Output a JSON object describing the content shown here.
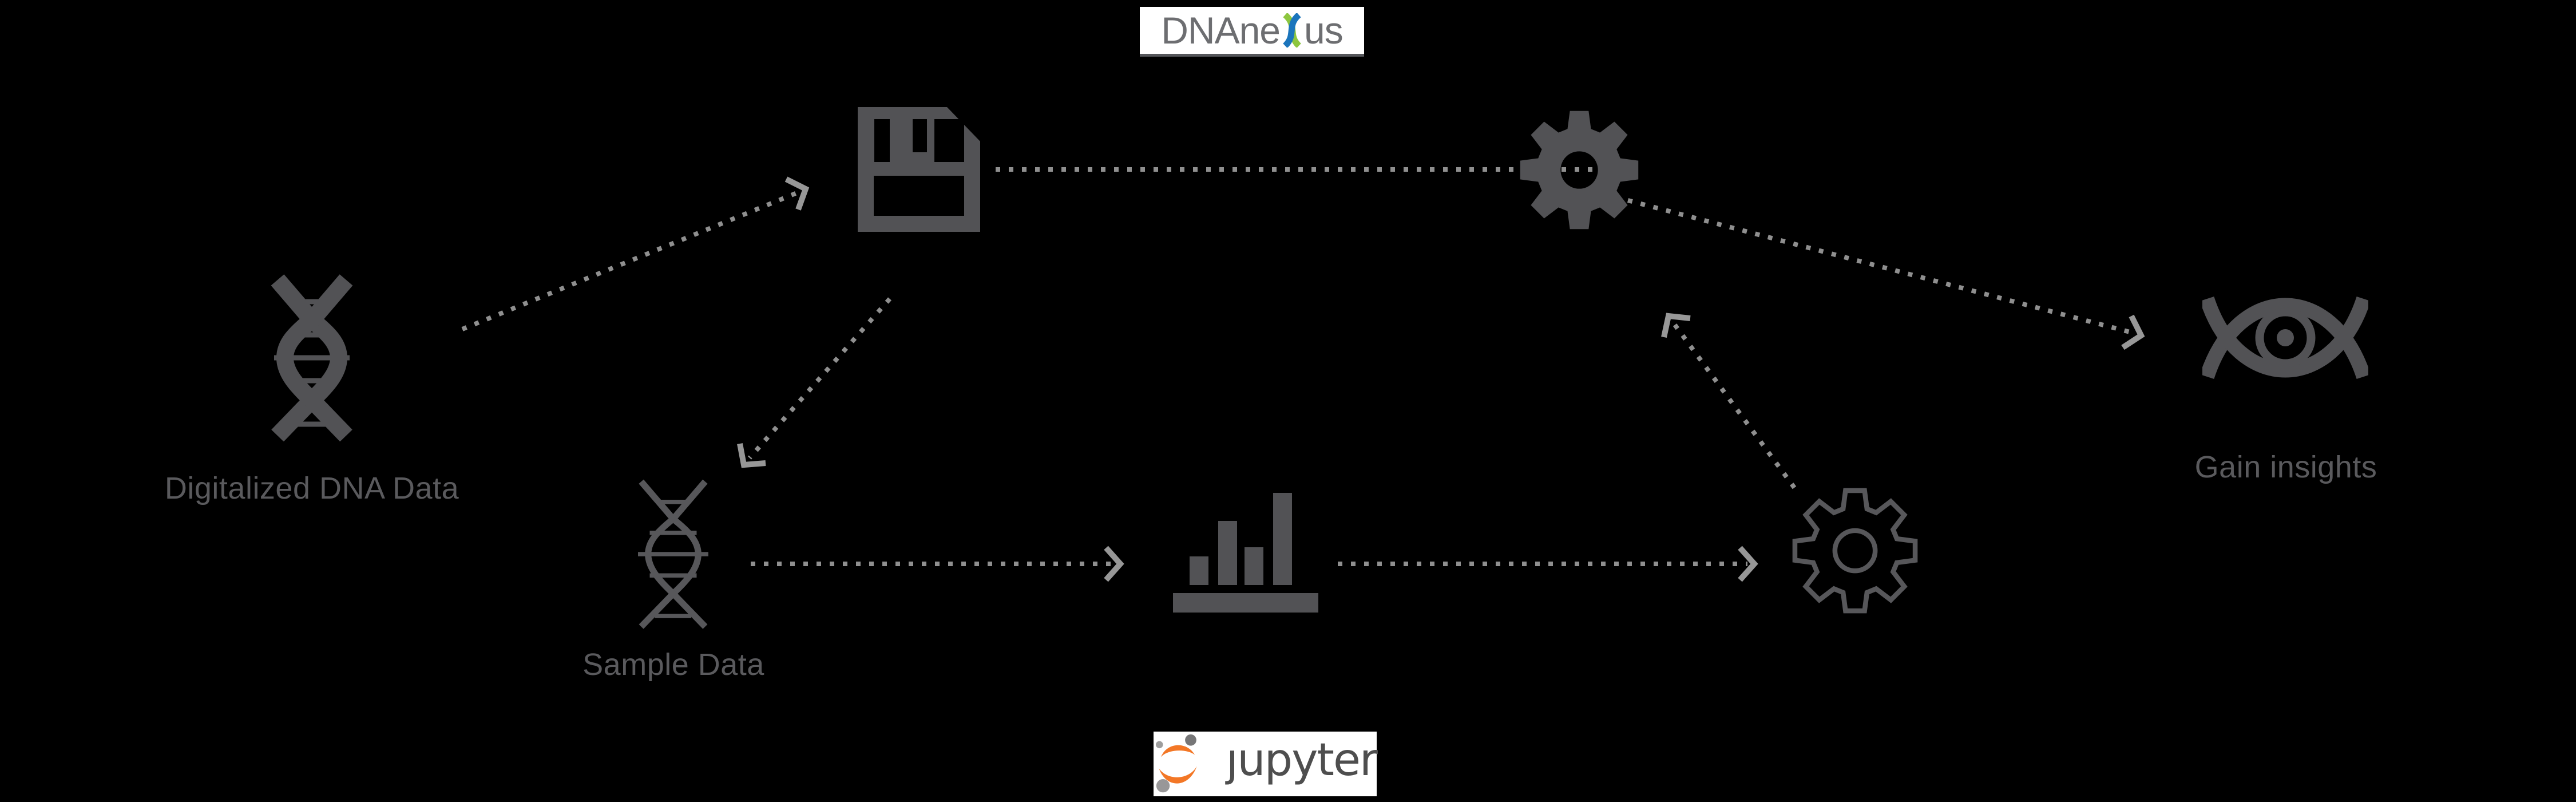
{
  "background_color": "#000000",
  "dnanexus_logo": {
    "text_before_x": "DNAne",
    "stylized_letter": "x",
    "text_after_x": "us",
    "gray": "#6d6e71",
    "blue": "#1b75bc",
    "green": "#8dc63f"
  },
  "jupyter_logo": {
    "text": "ȷupyter",
    "orange": "#f37726",
    "text_color": "#4e4e4e",
    "moon_gray_dark": "#767677",
    "moon_gray_light": "#9e9e9e"
  },
  "nodes": [
    {
      "id": "digitalized-dna-data",
      "icon": "dna-helix-solid-icon",
      "label": "Digitalized DNA Data"
    },
    {
      "id": "store-data",
      "icon": "floppy-disk-icon",
      "label": ""
    },
    {
      "id": "process-data",
      "icon": "gear-solid-icon",
      "label": ""
    },
    {
      "id": "sample-data",
      "icon": "dna-helix-outline-icon",
      "label": "Sample Data"
    },
    {
      "id": "analyze-results",
      "icon": "bar-chart-icon",
      "label": ""
    },
    {
      "id": "pipeline-config",
      "icon": "gear-outline-icon",
      "label": ""
    },
    {
      "id": "gain-insights",
      "icon": "dna-eye-icon",
      "label": "Gain insights"
    }
  ],
  "connections": [
    {
      "from": "digitalized-dna-data",
      "to": "store-data",
      "style": "dotted",
      "arrowhead": true
    },
    {
      "from": "store-data",
      "to": "process-data",
      "style": "dotted",
      "arrowhead": false
    },
    {
      "from": "process-data",
      "to": "gain-insights",
      "style": "dotted",
      "arrowhead": true
    },
    {
      "from": "store-data",
      "to": "sample-data",
      "style": "dotted",
      "arrowhead": true
    },
    {
      "from": "sample-data",
      "to": "analyze-results",
      "style": "dotted",
      "arrowhead": true
    },
    {
      "from": "analyze-results",
      "to": "pipeline-config",
      "style": "dotted",
      "arrowhead": true
    },
    {
      "from": "pipeline-config",
      "to": "process-data",
      "style": "dotted",
      "arrowhead": true
    }
  ],
  "colors": {
    "icon_fill": "#525255",
    "icon_outline": "#57575a",
    "label_text": "#5a5a5d",
    "dotted_line": "#8f8f8f",
    "arrowhead": "#979797",
    "background": "#000000"
  }
}
